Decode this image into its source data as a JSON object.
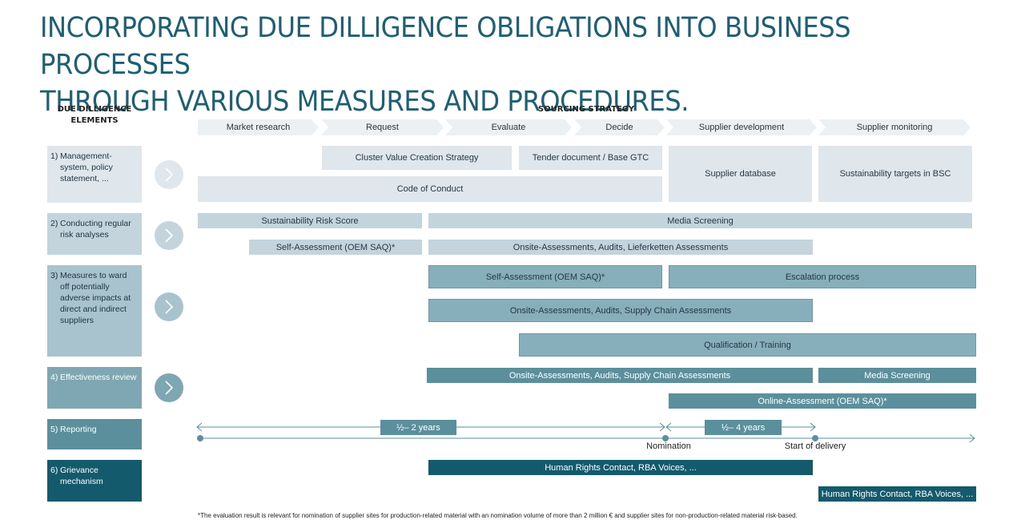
{
  "title": {
    "line1": "INCORPORATING DUE DILLIGENCE OBLIGATIONS INTO BUSINESS PROCESSES",
    "line2": "THROUGH VARIOUS MEASURES AND PROCEDURES."
  },
  "headers": {
    "elements_line1": "DUE DILLIGENCE",
    "elements_line2": "ELEMENTS",
    "strategy": "SOURCING STRATEGY"
  },
  "phases": [
    "Market research",
    "Request",
    "Evaluate",
    "Decide",
    "Supplier development",
    "Supplier monitoring"
  ],
  "elements": [
    {
      "num": "1)",
      "label": "Management- system, policy statement, ..."
    },
    {
      "num": "2)",
      "label": "Conducting regular risk analyses"
    },
    {
      "num": "3)",
      "label": "Measures to ward off potentially adverse impacts at direct and indirect suppliers"
    },
    {
      "num": "4)",
      "label": "Effectiveness review"
    },
    {
      "num": "5)",
      "label": "Reporting"
    },
    {
      "num": "6)",
      "label": "Grievance mechanism"
    }
  ],
  "row1": {
    "cluster": "Cluster Value Creation Strategy",
    "tender": "Tender document / Base GTC",
    "code": "Code of Conduct",
    "supplier_db": "Supplier database",
    "targets": "Sustainability targets in BSC"
  },
  "row2": {
    "risk_score": "Sustainability Risk Score",
    "media": "Media Screening",
    "self_assessment": "Self-Assessment (OEM SAQ)*",
    "onsite": "Onsite-Assessments, Audits, Lieferketten Assessments"
  },
  "row3": {
    "self_assessment": "Self-Assessment (OEM SAQ)*",
    "escalation": "Escalation process",
    "onsite": "Onsite-Assessments, Audits, Supply Chain Assessments",
    "qualification": "Qualification / Training"
  },
  "row4": {
    "onsite": "Onsite-Assessments, Audits, Supply Chain Assessments",
    "media": "Media Screening",
    "online": "Online-Assessment (OEM SAQ)*"
  },
  "row5": {
    "span1": "½– 2 years",
    "span2": "½– 4 years",
    "nomination": "Nomination",
    "start_delivery": "Start of delivery"
  },
  "row6": {
    "contact1": "Human Rights Contact, RBA Voices, ...",
    "contact2": "Human Rights Contact, RBA Voices, ..."
  },
  "footnote": "*The evaluation result is relevant for nomination of supplier sites for production-related material with an nomination volume of more than 2 million € and supplier sites for non-production-related material risk-based.",
  "colors": {
    "title": "#1d5f74",
    "level1": "#dfe6ec",
    "level2": "#c3d4dd",
    "level3": "#86aebb",
    "level4": "#5b8f9c",
    "level6": "#145a6d"
  }
}
